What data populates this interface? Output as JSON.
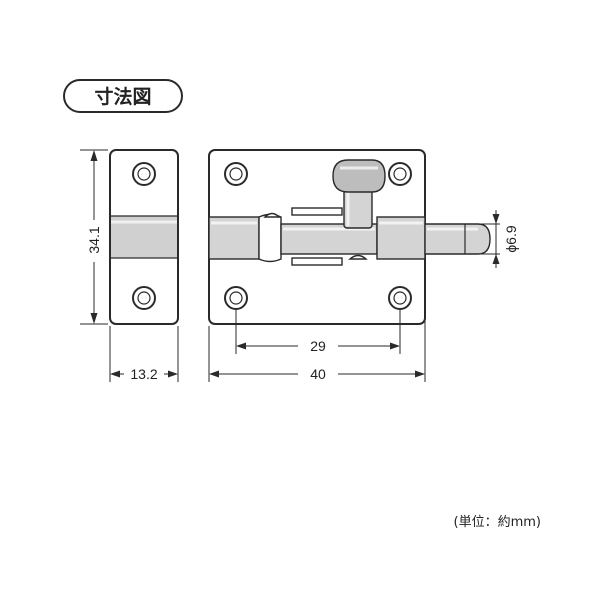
{
  "title_badge": "寸法図",
  "dimensions": {
    "height": "34.1",
    "side_width": "13.2",
    "hole_pitch": "29",
    "total_width": "40",
    "bolt_diameter": "ϕ6.9"
  },
  "unit_note": "(単位：約mm)"
}
